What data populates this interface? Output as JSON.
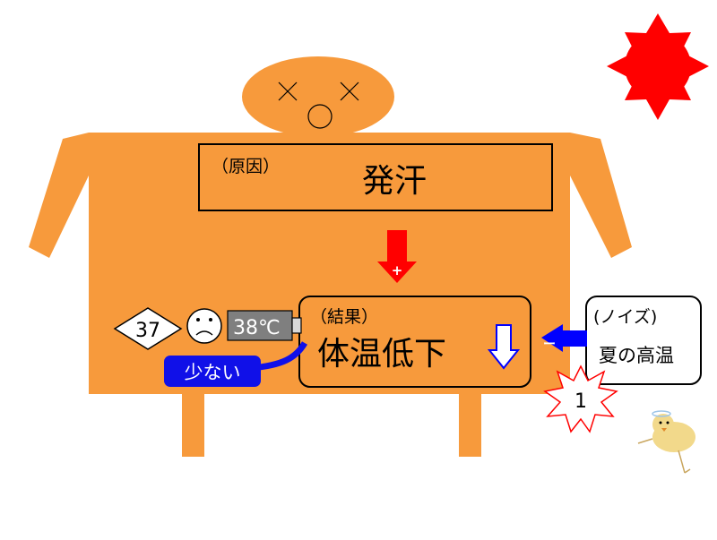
{
  "colors": {
    "body": "#F79A3C",
    "sun": "#FF0000",
    "arrow_red": "#FF0000",
    "arrow_blue": "#0000FF",
    "label_blue": "#1010E8",
    "thermo": "#7F7F7F",
    "outline": "#000000"
  },
  "face": {
    "left_eye_icon": "x-eye-icon",
    "right_eye_icon": "x-eye-icon",
    "mouth_icon": "open-mouth-icon"
  },
  "cause": {
    "label": "（原因）",
    "text": "発汗"
  },
  "result": {
    "label": "（結果）",
    "text": "体温低下",
    "trend_icon": "down-arrow-icon"
  },
  "noise": {
    "label": "(ノイズ)",
    "text": "夏の高温",
    "sign": "ー",
    "marker": "1"
  },
  "causal_link": {
    "sign": "+"
  },
  "indicators": {
    "count": "37",
    "mood_icon": "sad-face-icon",
    "temperature": "38℃",
    "note": "少ない"
  },
  "decor": {
    "sun_icon": "sun-icon",
    "chick_icon": "chick-icon"
  }
}
